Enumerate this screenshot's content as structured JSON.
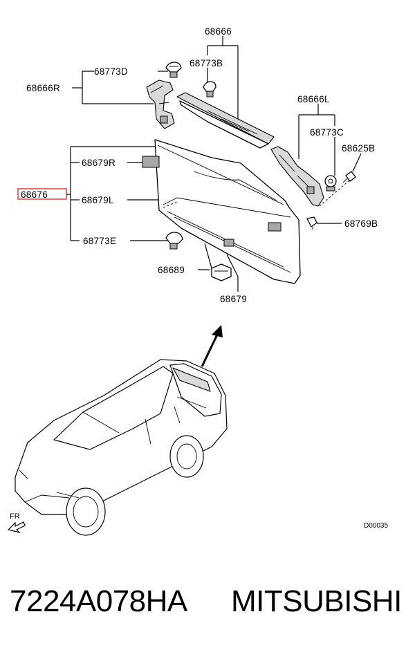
{
  "callouts": {
    "c68666": "68666",
    "c68773B": "68773B",
    "c68773D": "68773D",
    "c68666R": "68666R",
    "c68666L": "68666L",
    "c68773C": "68773C",
    "c68625B": "68625B",
    "c68679R": "68679R",
    "c68676": "68676",
    "c68679L": "68679L",
    "c68769B": "68769B",
    "c68773E": "68773E",
    "c68689": "68689",
    "c68679": "68679"
  },
  "front_label": "FR",
  "diagram_code": "D00035",
  "part_number": "7224A078HA",
  "brand": "MITSUBISHI",
  "highlight_color": "#e03030"
}
